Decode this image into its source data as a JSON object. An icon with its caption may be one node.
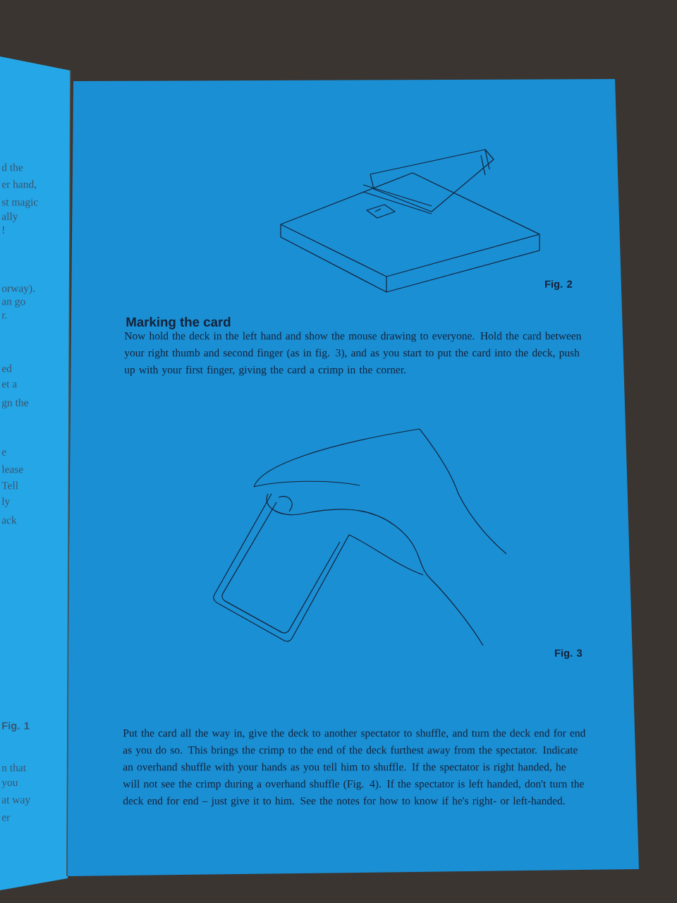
{
  "diagram": {
    "title": "Marking the card",
    "labels": [
      "d the",
      "er hand,",
      "st magic",
      "ally",
      "!",
      "orway).",
      "an go",
      "r.",
      "ed",
      "et a",
      "gn the",
      "e",
      "lease",
      "Tell",
      "ly",
      "ack",
      "Fig. 1",
      "n that",
      "you",
      "at way",
      "er",
      "Fig. 2",
      "Now hold the deck in the left hand and show the mouse drawing to everyone. Hold the card between your right thumb and second finger (as in fig. 3), and as you start to put the card into the deck, push up with your first finger, giving the card a crimp in the corner.",
      "Fig. 3",
      "Put the card all the way in, give the deck to another spectator to shuffle, and turn the deck end for end as you do so. This brings the crimp to the end of the deck furthest away from the spectator. Indicate an overhand shuffle with your hands as you tell him to shuffle. If the spectator is right handed, he will not see the crimp during a overhand shuffle (Fig. 4). If the spectator is left handed, don't turn the deck end for end – just give it to him. See the notes for how to know if he's right- or left-handed."
    ]
  }
}
